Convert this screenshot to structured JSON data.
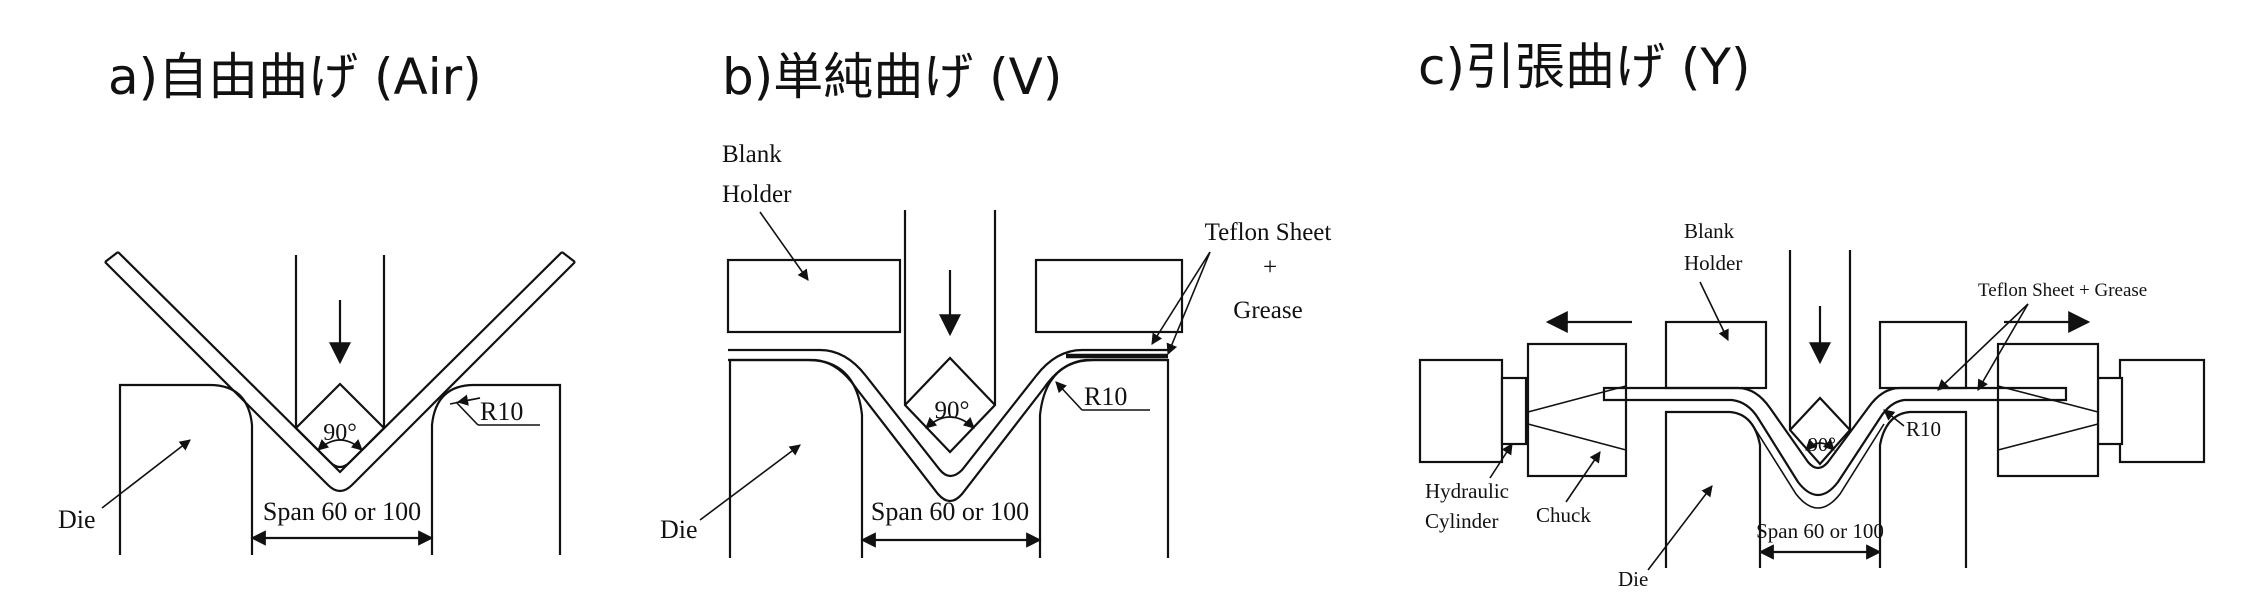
{
  "titles": {
    "a": "a)自由曲げ (Air)",
    "b": "b)単純曲げ (V)",
    "c": "c)引張曲げ (Y)"
  },
  "panel_a": {
    "angle": "90°",
    "radius": "R10",
    "span": "Span 60 or 100",
    "die": "Die"
  },
  "panel_b": {
    "blank_holder_1": "Blank",
    "blank_holder_2": "Holder",
    "teflon_1": "Teflon Sheet",
    "teflon_2": "+",
    "teflon_3": "Grease",
    "angle": "90°",
    "radius": "R10",
    "span": "Span 60 or 100",
    "die": "Die"
  },
  "panel_c": {
    "blank_holder_1": "Blank",
    "blank_holder_2": "Holder",
    "teflon": "Teflon Sheet + Grease",
    "angle": "90°",
    "radius": "R10",
    "span": "Span 60 or 100",
    "hydraulic_1": "Hydraulic",
    "hydraulic_2": "Cylinder",
    "chuck": "Chuck",
    "die": "Die"
  },
  "colors": {
    "line": "#111111",
    "background": "#ffffff"
  }
}
